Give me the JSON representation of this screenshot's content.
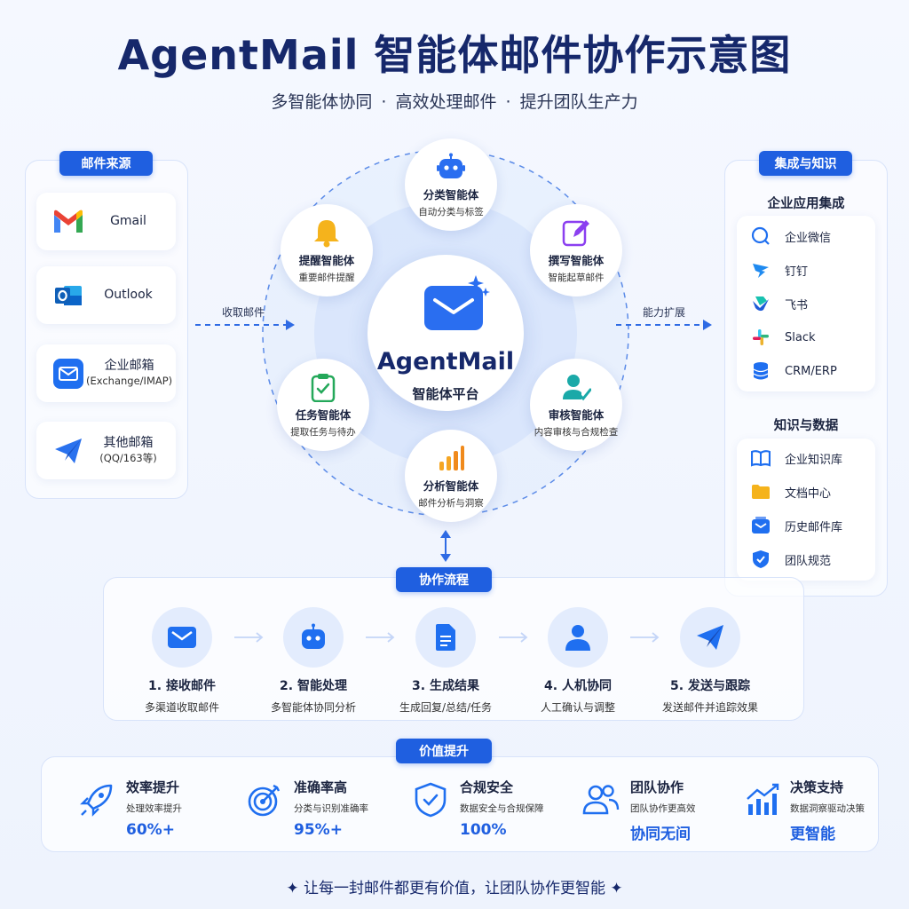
{
  "header": {
    "title": "AgentMail 智能体邮件协作示意图",
    "subtitle": "多智能体协同 · 高效处理邮件 · 提升团队生产力"
  },
  "sources": {
    "title": "邮件来源",
    "items": [
      {
        "label": "Gmail",
        "sub": "",
        "icon": "gmail-icon"
      },
      {
        "label": "Outlook",
        "sub": "",
        "icon": "outlook-icon"
      },
      {
        "label": "企业邮箱",
        "sub": "(Exchange/IMAP)",
        "icon": "mail-icon"
      },
      {
        "label": "其他邮箱",
        "sub": "(QQ/163等)",
        "icon": "paper-plane-icon"
      }
    ],
    "arrow_label": "收取邮件"
  },
  "center": {
    "name": "AgentMail",
    "sub": "智能体平台"
  },
  "agents": [
    {
      "name": "分类智能体",
      "desc": "自动分类与标签",
      "icon": "robot-icon"
    },
    {
      "name": "撰写智能体",
      "desc": "智能起草邮件",
      "icon": "edit-icon"
    },
    {
      "name": "审核智能体",
      "desc": "内容审核与合规检查",
      "icon": "reviewer-icon"
    },
    {
      "name": "分析智能体",
      "desc": "邮件分析与洞察",
      "icon": "bar-chart-icon"
    },
    {
      "name": "任务智能体",
      "desc": "提取任务与待办",
      "icon": "clipboard-icon"
    },
    {
      "name": "提醒智能体",
      "desc": "重要邮件提醒",
      "icon": "bell-icon"
    }
  ],
  "integrations": {
    "title": "集成与知识",
    "arrow_label": "能力扩展",
    "apps_title": "企业应用集成",
    "apps": [
      {
        "label": "企业微信",
        "icon": "wecom-icon"
      },
      {
        "label": "钉钉",
        "icon": "dingtalk-icon"
      },
      {
        "label": "飞书",
        "icon": "feishu-icon"
      },
      {
        "label": "Slack",
        "icon": "slack-icon"
      },
      {
        "label": "CRM/ERP",
        "icon": "database-icon"
      }
    ],
    "knowledge_title": "知识与数据",
    "knowledge": [
      {
        "label": "企业知识库",
        "icon": "book-icon"
      },
      {
        "label": "文档中心",
        "icon": "folder-icon"
      },
      {
        "label": "历史邮件库",
        "icon": "mail-archive-icon"
      },
      {
        "label": "团队规范",
        "icon": "shield-check-icon"
      }
    ]
  },
  "flow": {
    "title": "协作流程",
    "steps": [
      {
        "label": "1. 接收邮件",
        "desc": "多渠道收取邮件",
        "icon": "envelope-icon"
      },
      {
        "label": "2. 智能处理",
        "desc": "多智能体协同分析",
        "icon": "robot-icon"
      },
      {
        "label": "3. 生成结果",
        "desc": "生成回复/总结/任务",
        "icon": "document-icon"
      },
      {
        "label": "4. 人机协同",
        "desc": "人工确认与调整",
        "icon": "user-icon"
      },
      {
        "label": "5. 发送与跟踪",
        "desc": "发送邮件并追踪效果",
        "icon": "send-icon"
      }
    ]
  },
  "values": {
    "title": "价值提升",
    "items": [
      {
        "title": "效率提升",
        "desc": "处理效率提升",
        "num": "60%+",
        "icon": "rocket-icon"
      },
      {
        "title": "准确率高",
        "desc": "分类与识别准确率",
        "num": "95%+",
        "icon": "target-icon"
      },
      {
        "title": "合规安全",
        "desc": "数据安全与合规保障",
        "num": "100%",
        "icon": "shield-icon"
      },
      {
        "title": "团队协作",
        "desc": "团队协作更高效",
        "num": "协同无间",
        "icon": "team-icon"
      },
      {
        "title": "决策支持",
        "desc": "数据洞察驱动决策",
        "num": "更智能",
        "icon": "growth-chart-icon"
      }
    ]
  },
  "footer": {
    "slogan": "✦   让每一封邮件都更有价值，让团队协作更智能   ✦"
  },
  "colors": {
    "primary": "#1f5fe0",
    "dark": "#16286b"
  }
}
